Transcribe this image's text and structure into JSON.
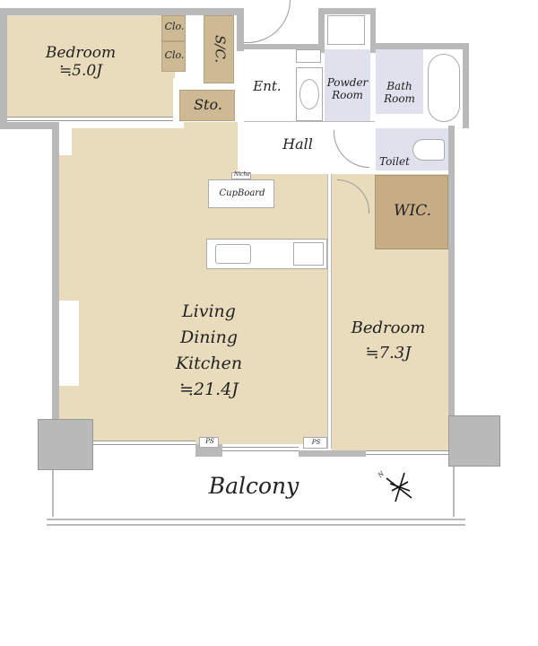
{
  "rooms": {
    "bedroom_small": {
      "name": "Bedroom",
      "size": "≒5.0J"
    },
    "closet_1": "Clo.",
    "closet_2": "Clo.",
    "shoe_closet": "S/C.",
    "storage": "Sto.",
    "entrance": "Ent.",
    "powder_room": [
      "Powder",
      "Room"
    ],
    "bath_room": [
      "Bath",
      "Room"
    ],
    "hall": "Hall",
    "toilet": "Toilet",
    "niche": "Niche",
    "cupboard": "CupBoard",
    "wic": "WIC.",
    "ldk": [
      "Living",
      "Dining",
      "Kitchen",
      "≒21.4J"
    ],
    "bedroom_large": {
      "name": "Bedroom",
      "size": "≒7.3J"
    },
    "ps_1": "PS",
    "ps_2": "PS",
    "balcony": "Balcony"
  },
  "compass": {
    "north_label": "N"
  },
  "colors": {
    "room": "#e9dcbd",
    "closet": "#cdb994",
    "wet": "#dfe2ec",
    "wall": "#b9b9b9"
  }
}
